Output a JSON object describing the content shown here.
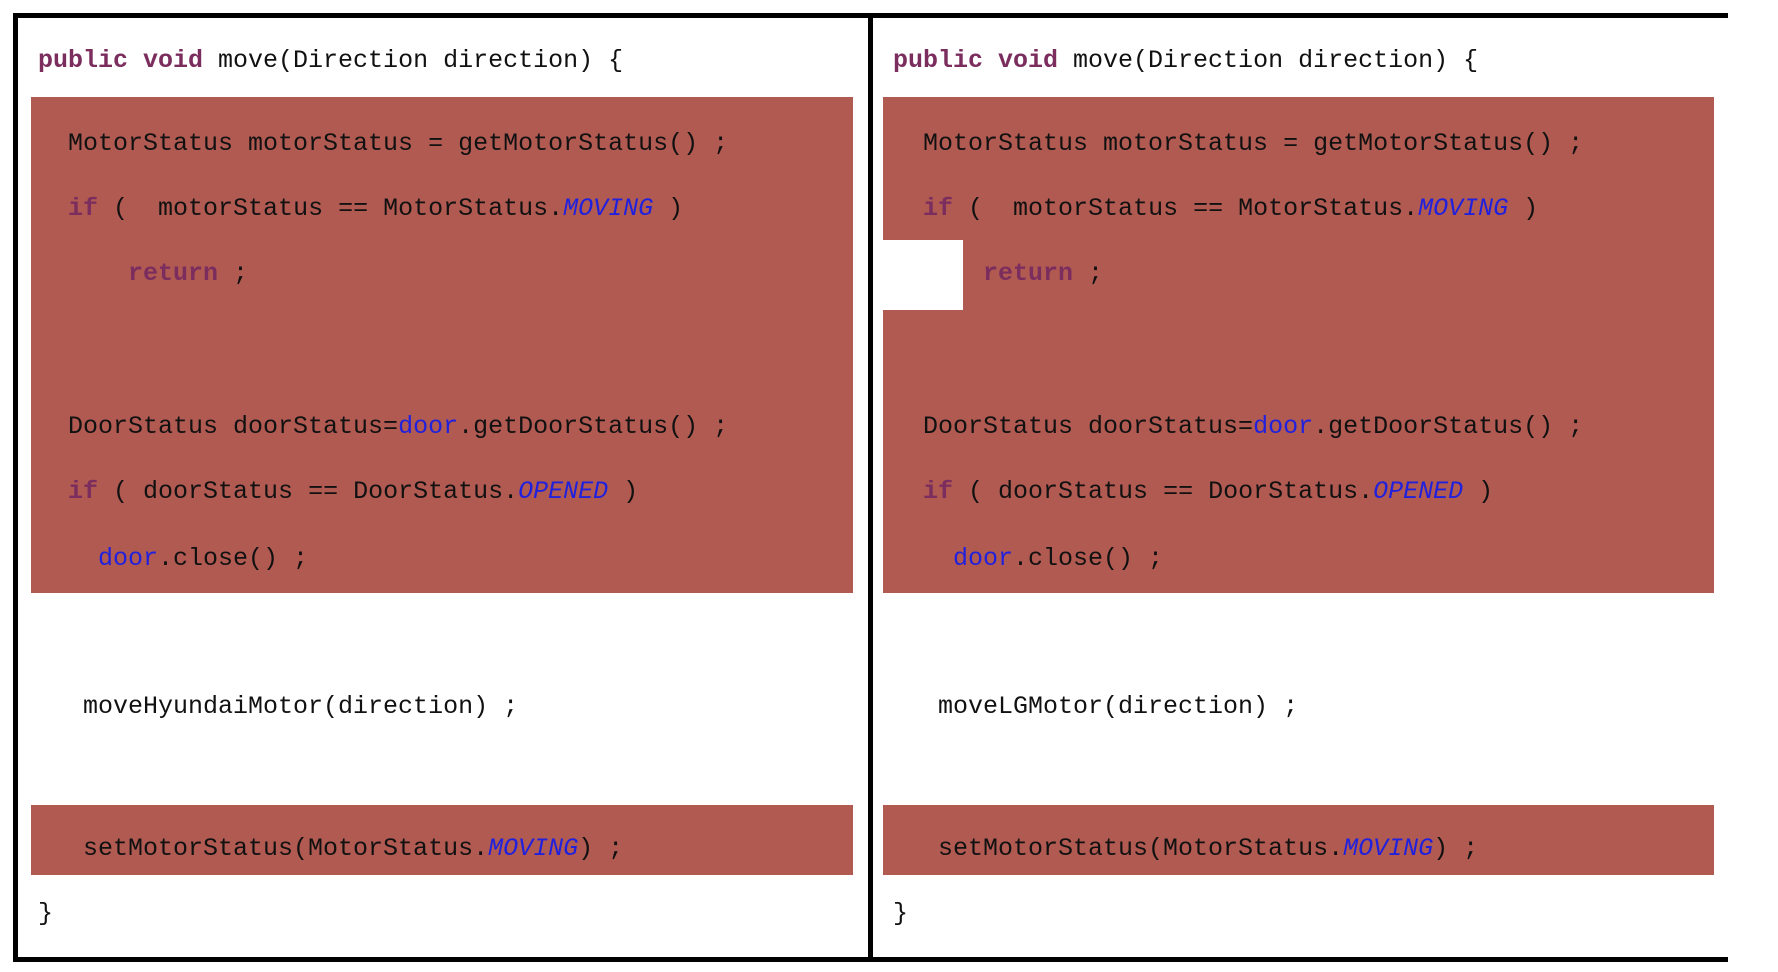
{
  "colors": {
    "highlight": "#B15A52",
    "keyword": "#7B2D5E",
    "identifier": "#2121DD",
    "code": "#111111",
    "border": "#000000"
  },
  "panels": {
    "left": {
      "lines": [
        {
          "seg0": "public void",
          "seg1": " move(Direction direction) {"
        },
        {
          "seg0": "  MotorStatus motorStatus = getMotorStatus() ;"
        },
        {
          "seg0": "  ",
          "seg1": "if",
          "seg2": " (  motorStatus == MotorStatus.",
          "seg3": "MOVING",
          "seg4": " )"
        },
        {
          "seg0": "      ",
          "seg1": "return",
          "seg2": " ;"
        },
        {
          "seg0": "  DoorStatus doorStatus=",
          "seg1": "door",
          "seg2": ".getDoorStatus() ;"
        },
        {
          "seg0": "  ",
          "seg1": "if",
          "seg2": " ( doorStatus == DoorStatus.",
          "seg3": "OPENED",
          "seg4": " )"
        },
        {
          "seg0": "    ",
          "seg1": "door",
          "seg2": ".close() ;"
        },
        {
          "seg0": "   moveHyundaiMotor(direction) ;"
        },
        {
          "seg0": "   setMotorStatus(MotorStatus.",
          "seg1": "MOVING",
          "seg2": ") ;"
        },
        {
          "seg0": "}"
        }
      ]
    },
    "right": {
      "lines": [
        {
          "seg0": "public void",
          "seg1": " move(Direction direction) {"
        },
        {
          "seg0": "  MotorStatus motorStatus = getMotorStatus() ;"
        },
        {
          "seg0": "  ",
          "seg1": "if",
          "seg2": " (  motorStatus == MotorStatus.",
          "seg3": "MOVING",
          "seg4": " )"
        },
        {
          "seg0": "      ",
          "seg1": "return",
          "seg2": " ;"
        },
        {
          "seg0": "  DoorStatus doorStatus=",
          "seg1": "door",
          "seg2": ".getDoorStatus() ;"
        },
        {
          "seg0": "  ",
          "seg1": "if",
          "seg2": " ( doorStatus == DoorStatus.",
          "seg3": "OPENED",
          "seg4": " )"
        },
        {
          "seg0": "    ",
          "seg1": "door",
          "seg2": ".close() ;"
        },
        {
          "seg0": "   moveLGMotor(direction) ;"
        },
        {
          "seg0": "   setMotorStatus(MotorStatus.",
          "seg1": "MOVING",
          "seg2": ") ;"
        },
        {
          "seg0": "}"
        }
      ]
    }
  }
}
